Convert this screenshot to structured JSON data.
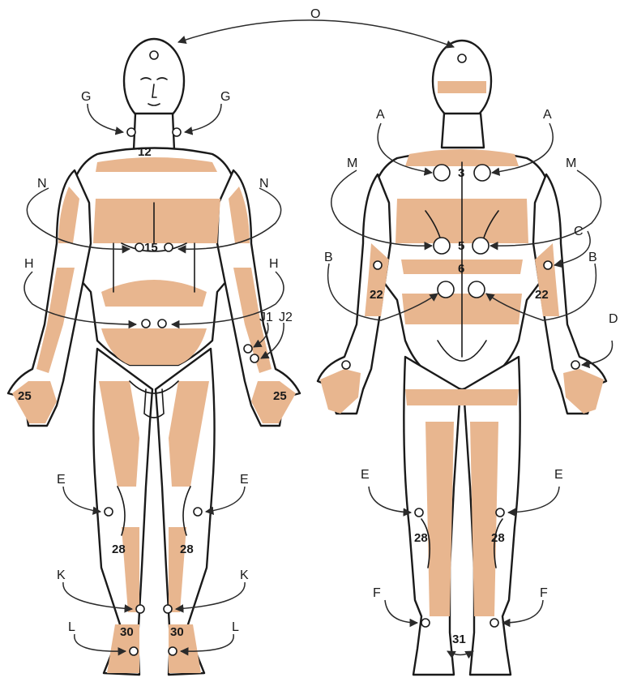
{
  "letters": {
    "O": "O",
    "G": "G",
    "A": "A",
    "M": "M",
    "N": "N",
    "C": "C",
    "H": "H",
    "B": "B",
    "J1": "J1",
    "J2": "J2",
    "D": "D",
    "E": "E",
    "K": "K",
    "F": "F",
    "L": "L"
  },
  "numbers": {
    "n12": "12",
    "n15": "15",
    "n25": "25",
    "n28": "28",
    "n30": "30",
    "n3": "3",
    "n5": "5",
    "n6": "6",
    "n22": "22",
    "n31": "31"
  }
}
